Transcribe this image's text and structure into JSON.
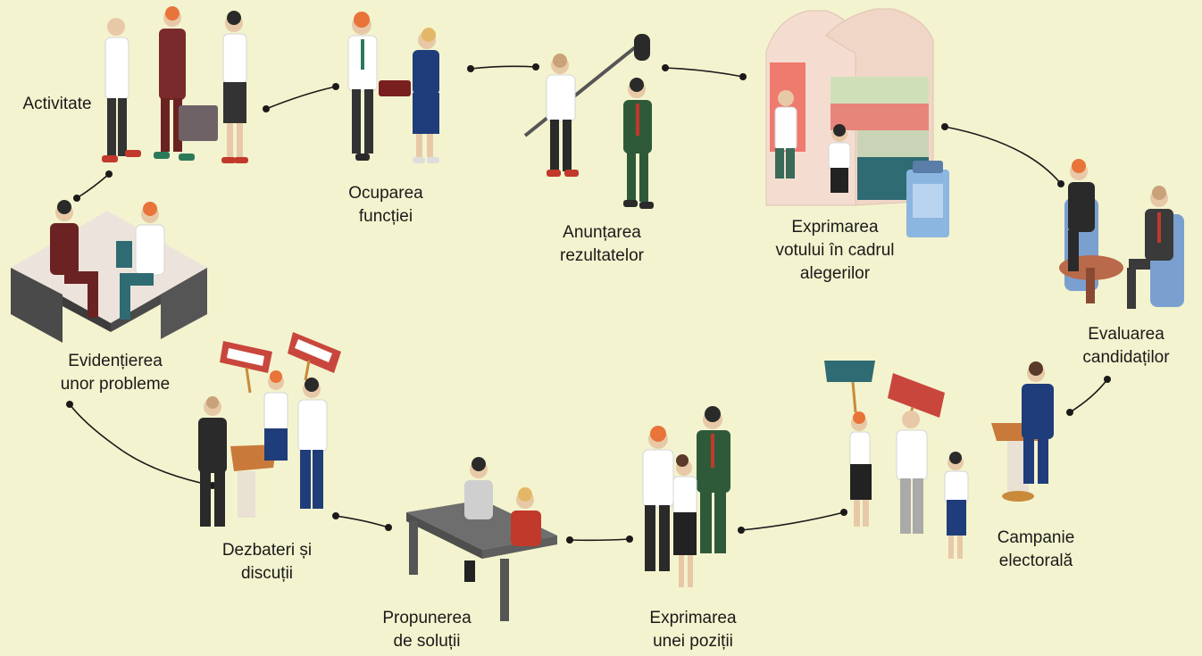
{
  "steps": [
    {
      "id": "activitate",
      "lines": [
        "Activitate"
      ]
    },
    {
      "id": "ocuparea",
      "lines": [
        "Ocuparea",
        "funcției"
      ]
    },
    {
      "id": "anuntarea",
      "lines": [
        "Anunțarea",
        "rezultatelor"
      ]
    },
    {
      "id": "exprimarea-votului",
      "lines": [
        "Exprimarea",
        "votului în cadrul",
        "alegerilor"
      ]
    },
    {
      "id": "evaluarea",
      "lines": [
        "Evaluarea",
        "candidaților"
      ]
    },
    {
      "id": "campanie",
      "lines": [
        "Campanie",
        "electorală"
      ]
    },
    {
      "id": "exprimarea-pozitii",
      "lines": [
        "Exprimarea",
        "unei poziții"
      ]
    },
    {
      "id": "propunerea",
      "lines": [
        "Propunerea",
        "de soluții"
      ]
    },
    {
      "id": "dezbateri",
      "lines": [
        "Dezbateri și",
        "discuții"
      ]
    },
    {
      "id": "evidentierea",
      "lines": [
        "Evidențierea",
        "unor probleme"
      ]
    }
  ],
  "colors": {
    "background": "#f3f3cf",
    "connector": "#1a1a1a",
    "text": "#1a1a1a"
  }
}
